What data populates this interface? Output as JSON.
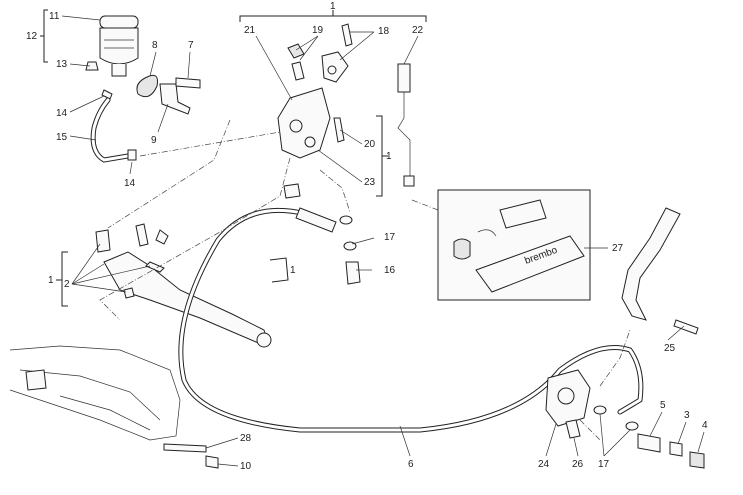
{
  "callouts": {
    "c1_top": "1",
    "c1_right": "1",
    "c1_left": "1",
    "c1_lever": "1",
    "c2": "2",
    "c3": "3",
    "c4": "4",
    "c5": "5",
    "c6": "6",
    "c7": "7",
    "c8": "8",
    "c9": "9",
    "c10": "10",
    "c11": "11",
    "c12": "12",
    "c13": "13",
    "c14a": "14",
    "c14b": "14",
    "c15": "15",
    "c16": "16",
    "c17a": "17",
    "c17b": "17",
    "c18": "18",
    "c19": "19",
    "c20": "20",
    "c21": "21",
    "c22": "22",
    "c23": "23",
    "c24": "24",
    "c25": "25",
    "c26": "26",
    "c27": "27",
    "c28": "28"
  },
  "kit_card_text": "brembo"
}
